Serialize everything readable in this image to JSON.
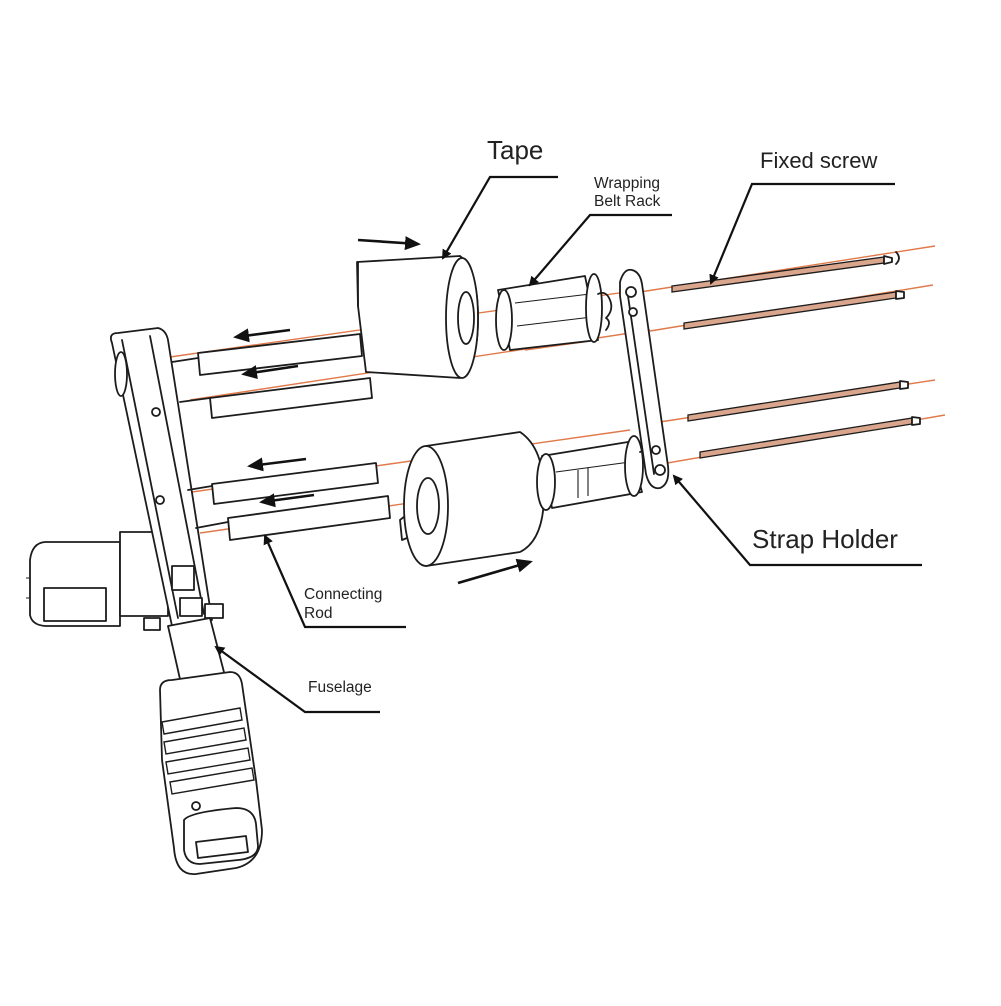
{
  "labels": {
    "tape": "Tape",
    "wrapping_belt_rack_line1": "Wrapping",
    "wrapping_belt_rack_line2": "Belt Rack",
    "fixed_screw": "Fixed screw",
    "strap_holder": "Strap Holder",
    "connecting_rod_line1": "Connecting",
    "connecting_rod_line2": "Rod",
    "fuselage": "Fuselage"
  },
  "colors": {
    "line_art": "#1c1c1c",
    "assembly_axis": "#e07a4a",
    "rod_fill": "#d9a58c",
    "background": "#ffffff"
  },
  "icons": {
    "movement_arrow": "arrow-right-icon",
    "leader_arrow": "arrowhead-icon"
  }
}
